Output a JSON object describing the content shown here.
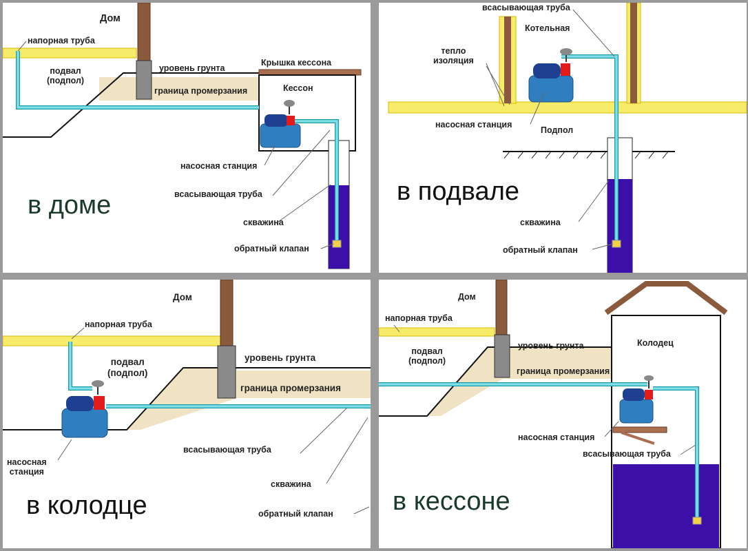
{
  "colors": {
    "ground_line": "#111111",
    "pipe_yellow": "#f7ec6a",
    "pipe_yellow_edge": "#d9b800",
    "pipe_cyan": "#7fe0e8",
    "pipe_cyan_edge": "#1a9aaa",
    "water": "#3c10a8",
    "house_wall": "#8b5a3c",
    "frost_zone": "#efe3c4",
    "pump_blue": "#2f7fc0",
    "pump_motor": "#1f3f90",
    "pump_red": "#e21b1b",
    "valve": "#f3d24a",
    "caption_color": "#1a3a2a"
  },
  "panels": {
    "house": {
      "caption": "в доме",
      "labels": {
        "dom": "Дом",
        "napor": "напорная труба",
        "podval": "подвал\n(подпол)",
        "uroven": "уровень грунта",
        "kryshka": "Крышка кессона",
        "kesson": "Кессон",
        "granica": "граница промерзания",
        "station": "насосная станция",
        "vsas": "всасывающая труба",
        "skv": "скважина",
        "klapan": "обратный клапан"
      }
    },
    "basement": {
      "caption": "в подвале",
      "labels": {
        "vsas": "всасывающая труба",
        "kotel": "Котельная",
        "teplo": "тепло\nизоляция",
        "station": "насосная станция",
        "podpol": "Подпол",
        "skv": "скважина",
        "klapan": "обратный клапан"
      }
    },
    "well": {
      "caption": "в колодце",
      "labels": {
        "dom": "Дом",
        "napor": "напорная труба",
        "podval": "подвал\n(подпол)",
        "uroven": "уровень грунта",
        "granica": "граница промерзания",
        "vsas": "всасывающая труба",
        "station": "насосная\nстанция",
        "skv": "скважина",
        "klapan": "обратный клапан"
      }
    },
    "caisson": {
      "caption": "в кессоне",
      "labels": {
        "dom": "Дом",
        "napor": "напорная труба",
        "podval": "подвал\n(подпол)",
        "uroven": "уровень грунта",
        "kolodec": "Колодец",
        "granica": "граница промерзания",
        "station": "насосная станция",
        "vsas": "всасывающая труба"
      }
    }
  }
}
